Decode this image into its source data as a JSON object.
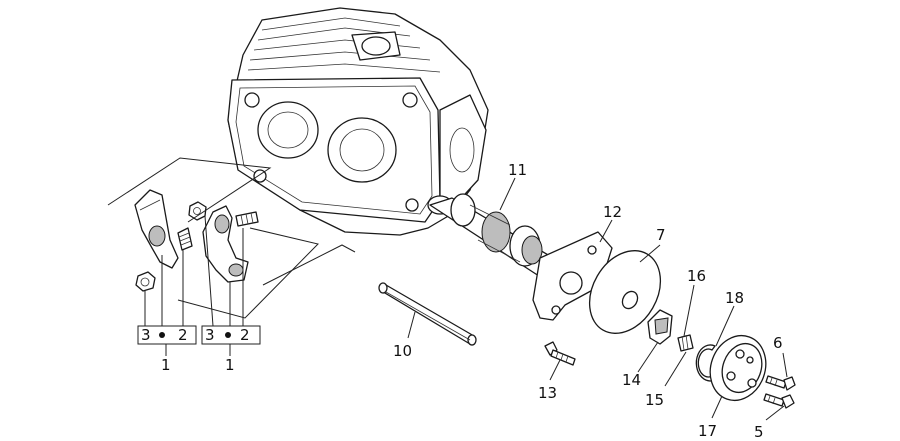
{
  "callouts": {
    "c1a": "1",
    "c1b": "1",
    "c2a": "2",
    "c2b": "2",
    "c3a": "3",
    "c3b": "3",
    "c5": "5",
    "c6": "6",
    "c7": "7",
    "c10": "10",
    "c11": "11",
    "c12": "12",
    "c13": "13",
    "c14": "14",
    "c15": "15",
    "c16": "16",
    "c17": "17",
    "c18": "18"
  }
}
